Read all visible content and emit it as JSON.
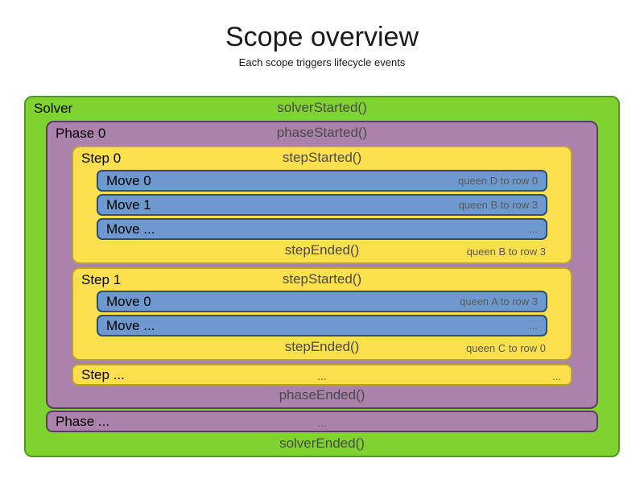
{
  "page": {
    "title": "Scope overview",
    "subtitle": "Each scope triggers lifecycle events"
  },
  "colors": {
    "solver_fill": "#7fd32f",
    "solver_border": "#4e9a1f",
    "phase_fill": "#ab82ab",
    "phase_border": "#5a3e60",
    "step_fill": "#fbdf4d",
    "step_border": "#bda238",
    "move_fill": "#6d99cf",
    "move_border": "#2d4d7d",
    "event_text": "#4a4a4a",
    "note_text": "#5a5a5a"
  },
  "solver": {
    "label": "Solver",
    "started": "solverStarted()",
    "ended": "solverEnded()",
    "phases": [
      {
        "label": "Phase 0",
        "started": "phaseStarted()",
        "ended": "phaseEnded()",
        "steps": [
          {
            "label": "Step 0",
            "started": "stepStarted()",
            "ended": "stepEnded()",
            "ended_note": "queen B to row 3",
            "moves": [
              {
                "label": "Move 0",
                "note": "queen D to row 0"
              },
              {
                "label": "Move 1",
                "note": "queen B to row 3"
              },
              {
                "label": "Move ...",
                "note": "..."
              }
            ]
          },
          {
            "label": "Step 1",
            "started": "stepStarted()",
            "ended": "stepEnded()",
            "ended_note": "queen C to row 0",
            "moves": [
              {
                "label": "Move 0",
                "note": "queen A to row 3"
              },
              {
                "label": "Move ...",
                "note": "..."
              }
            ]
          },
          {
            "label": "Step ...",
            "center_text": "...",
            "right_text": "..."
          }
        ]
      },
      {
        "label": "Phase ...",
        "center_text": "..."
      }
    ]
  }
}
